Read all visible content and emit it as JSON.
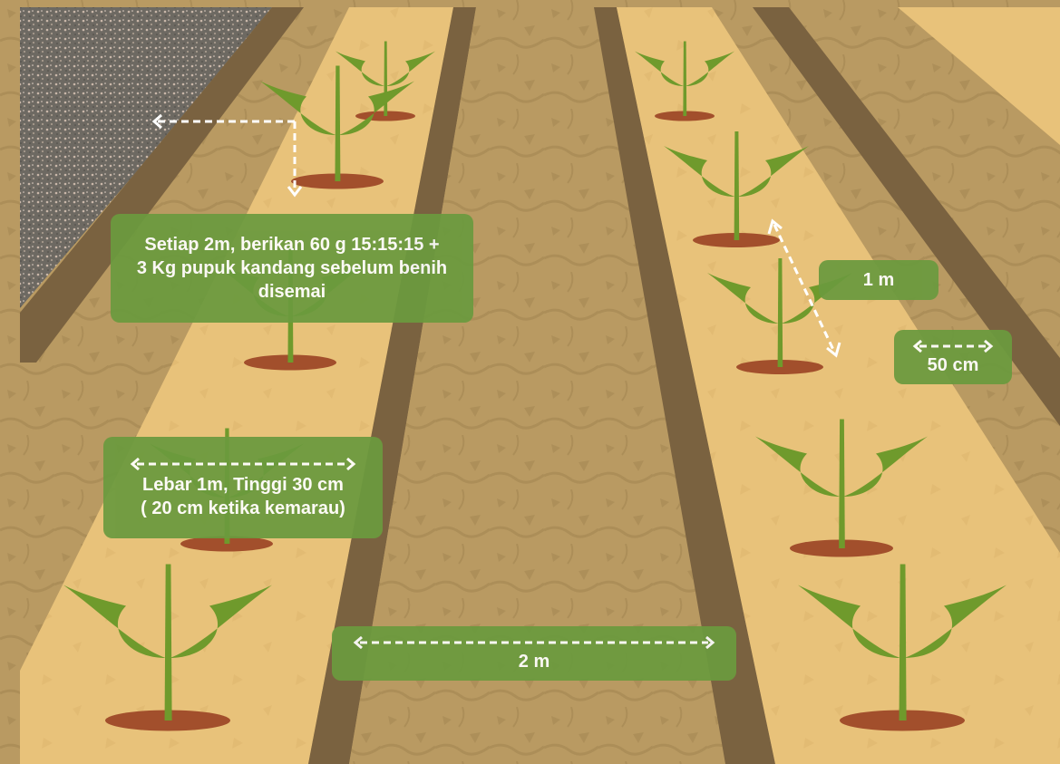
{
  "labels": {
    "fertilizer": "Setiap 2m, berikan 60 g 15:15:15 +\n3 Kg pupuk kandang sebelum benih\ndisemai",
    "bed_size": "Lebar 1m, Tinggi 30 cm\n( 20 cm ketika kemarau)",
    "path_width": "2 m",
    "plant_spacing": "1 m",
    "row_spacing": "50 cm"
  },
  "colors": {
    "bed": "#e8c27a",
    "path": "#b99a62",
    "furrow": "#7a6240",
    "plant": "#6f9a2c",
    "soil_mound": "#a24f2c",
    "label_bg": "#6b9a3e",
    "label_text": "#ffffff",
    "arrow": "#ffffff"
  },
  "icons": {
    "plant": "seedling-icon",
    "arrow": "double-arrow-icon"
  }
}
